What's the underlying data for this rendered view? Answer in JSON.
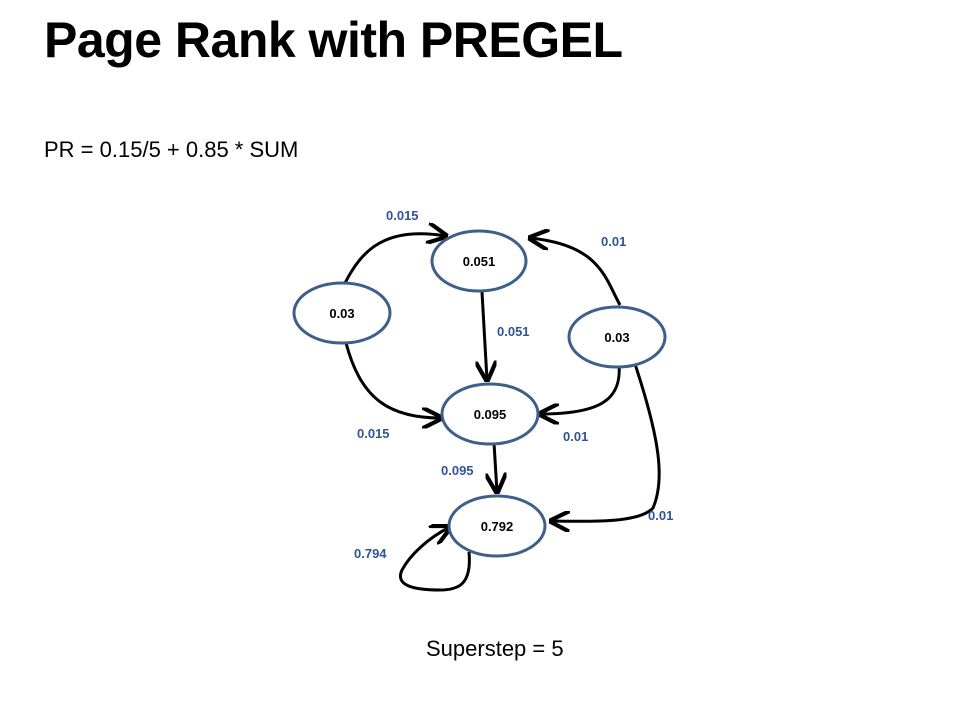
{
  "title": "Page Rank with PREGEL",
  "formula": "PR = 0.15/5 + 0.85 * SUM",
  "superstep": "Superstep = 5",
  "colors": {
    "node_stroke": "#3f5f8a",
    "edge_label": "#2f5597",
    "edge": "#000000"
  },
  "nodes": [
    {
      "id": "top",
      "value": "0.051"
    },
    {
      "id": "left",
      "value": "0.03"
    },
    {
      "id": "right",
      "value": "0.03"
    },
    {
      "id": "middle",
      "value": "0.095"
    },
    {
      "id": "bottom",
      "value": "0.792"
    }
  ],
  "edges": [
    {
      "from": "left",
      "to": "top",
      "label": "0.015"
    },
    {
      "from": "right",
      "to": "top",
      "label": "0.01"
    },
    {
      "from": "top",
      "to": "middle",
      "label": "0.051"
    },
    {
      "from": "left",
      "to": "middle",
      "label": "0.015"
    },
    {
      "from": "right",
      "to": "middle",
      "label": "0.01"
    },
    {
      "from": "middle",
      "to": "bottom",
      "label": "0.095"
    },
    {
      "from": "right",
      "to": "bottom",
      "label": "0.01"
    },
    {
      "from": "bottom",
      "to": "bottom",
      "label": "0.794"
    }
  ]
}
